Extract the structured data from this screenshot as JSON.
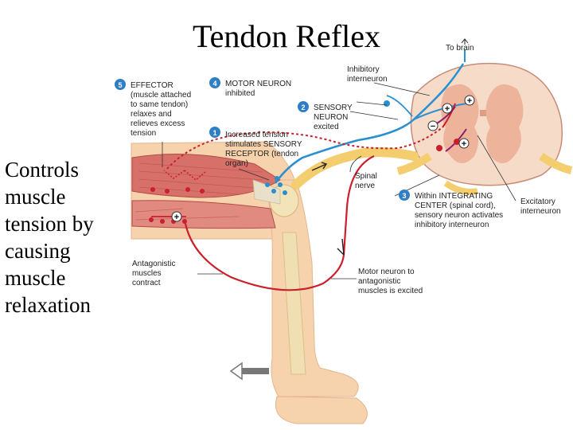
{
  "title": "Tendon Reflex",
  "side_text": [
    "Controls",
    "muscle",
    "tension by",
    "causing",
    "muscle",
    "relaxation"
  ],
  "labels": {
    "to_brain": "To brain",
    "inhibitory_interneuron": [
      "Inhibitory",
      "interneuron"
    ],
    "effector": {
      "number": "5",
      "lines": [
        "EFFECTOR",
        "(muscle attached",
        "to same tendon)",
        "relaxes and",
        "relieves excess",
        "tension"
      ]
    },
    "motor_neuron": {
      "number": "4",
      "lines": [
        "MOTOR NEURON",
        "inhibited"
      ]
    },
    "sensory_neuron": {
      "number": "2",
      "lines": [
        "SENSORY",
        "NEURON",
        "excited"
      ]
    },
    "receptor": {
      "number": "1",
      "lines": [
        "Increased tension",
        "stimulates SENSORY",
        "RECEPTOR (tendon",
        "organ)"
      ]
    },
    "spinal_nerve": [
      "Spinal",
      "nerve"
    ],
    "integrating_center": {
      "number": "3",
      "lines": [
        "Within INTEGRATING",
        "CENTER (spinal cord),",
        "sensory neuron activates",
        "inhibitory  interneuron"
      ]
    },
    "excitatory_interneuron": [
      "Excitatory",
      "interneuron"
    ],
    "antagonistic": [
      "Antagonistic",
      "muscles",
      "contract"
    ],
    "motor_antagonistic": [
      "Motor neuron to",
      "antagonistic",
      "muscles is excited"
    ],
    "plus_sign": "+",
    "minus_sign": "−"
  },
  "colors": {
    "sensory_blue": "#2a8fd0",
    "motor_red": "#cc1f2b",
    "nerve_yellow": "#f3cd6e",
    "muscle_red": "#d8706a",
    "skin": "#f6d3ad",
    "spinal_cord": "#f2c3aa",
    "badge_blue": "#2f7fc6"
  }
}
